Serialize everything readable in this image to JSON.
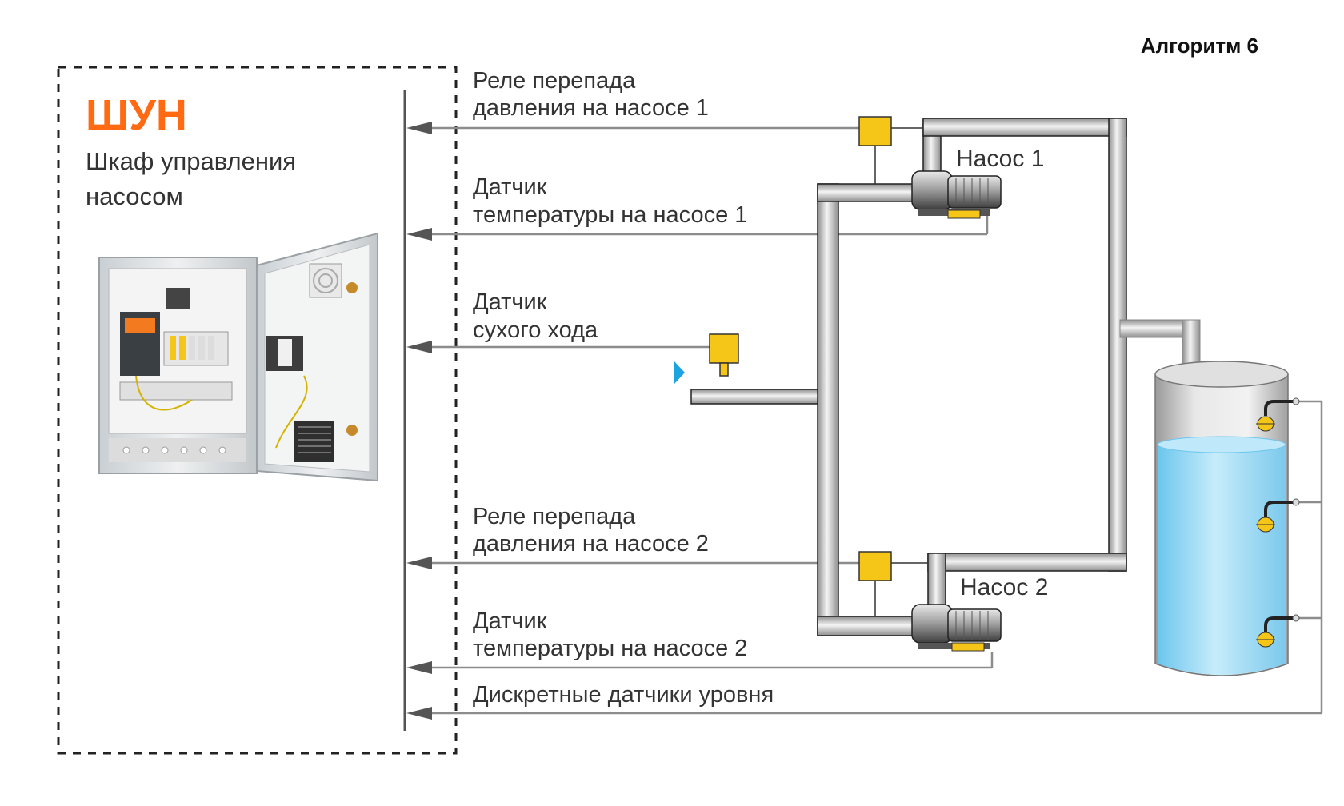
{
  "algorithm_label": "Алгоритм 6",
  "cabinet": {
    "abbr": "ШУН",
    "title_line1": "Шкаф управления",
    "title_line2": "насосом"
  },
  "signals": [
    {
      "line1": "Реле перепада",
      "line2": "давления на насосе 1"
    },
    {
      "line1": "Датчик",
      "line2": "температуры на насосе 1"
    },
    {
      "line1": "Датчик",
      "line2": "сухого хода"
    },
    {
      "line1": "Реле перепада",
      "line2": "давления на насосе 2"
    },
    {
      "line1": "Датчик",
      "line2": "температуры на насосе 2"
    },
    {
      "line1": "Дискретные датчики уровня",
      "line2": ""
    }
  ],
  "pumps": [
    {
      "label": "Насос 1"
    },
    {
      "label": "Насос 2"
    }
  ],
  "colors": {
    "accent": "#FF6A13",
    "sensor_yellow": "#F5C518",
    "water": "#8FD3F1",
    "flow_arrow": "#1BA3E2",
    "wire": "#8C8C8C"
  }
}
